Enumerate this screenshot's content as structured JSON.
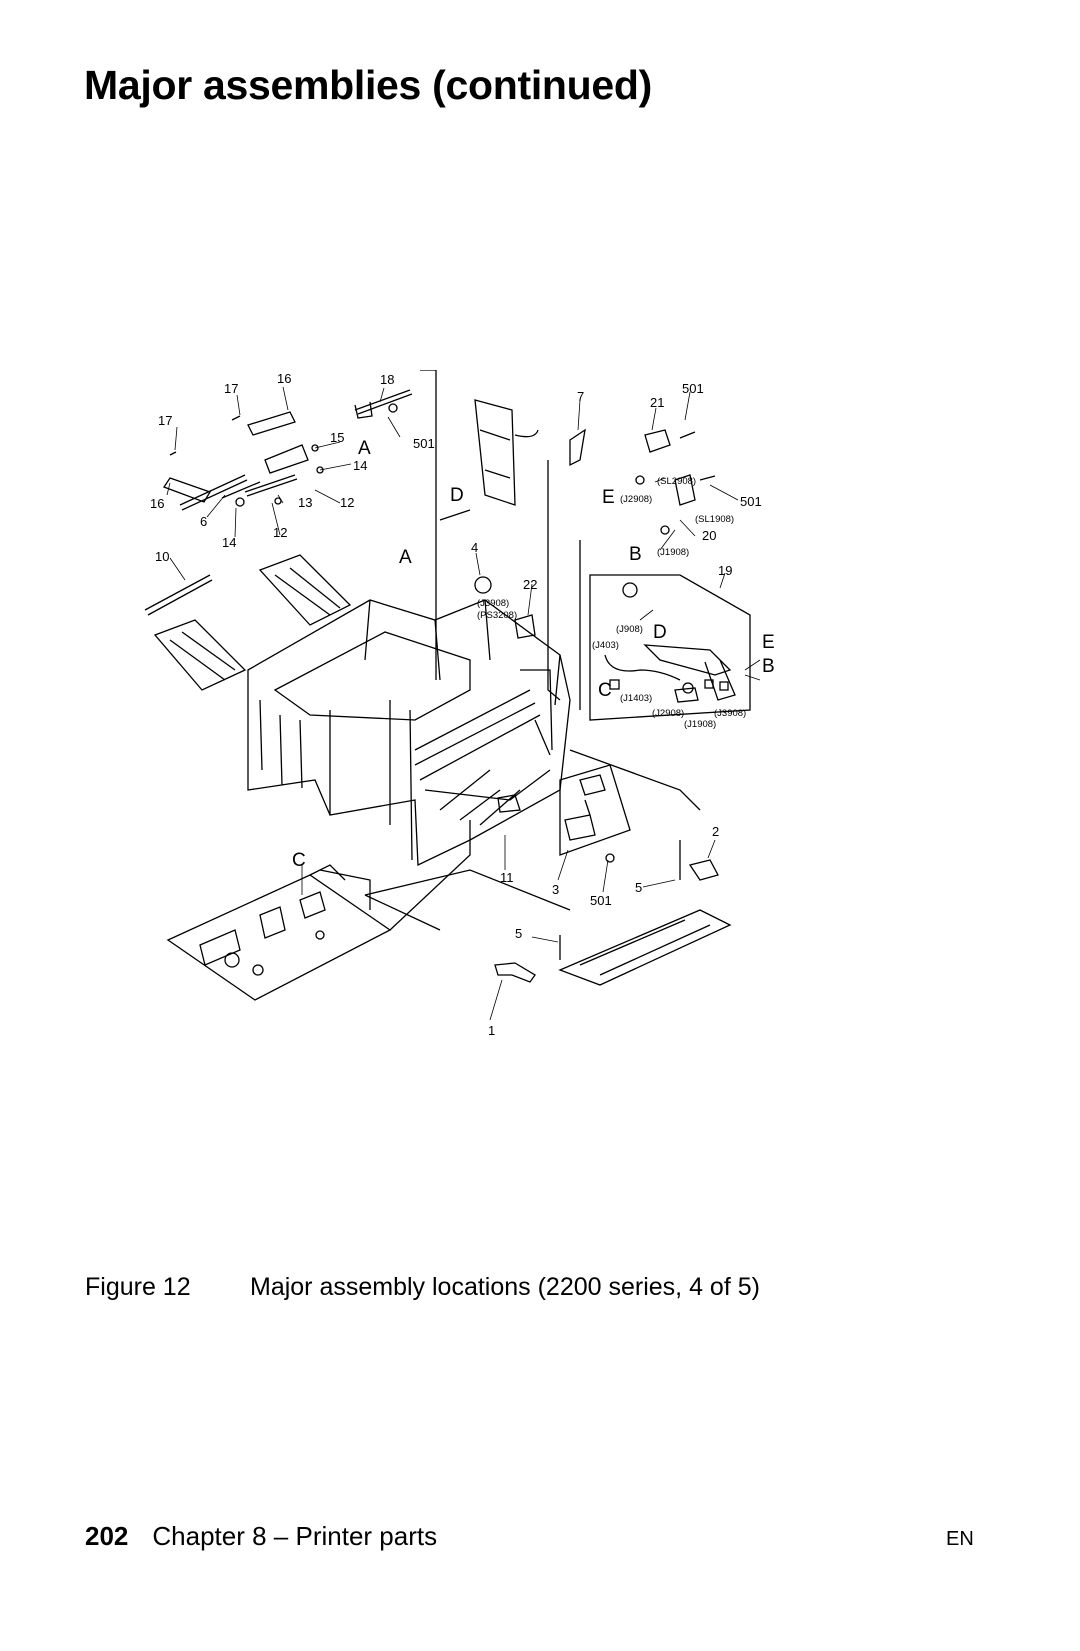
{
  "page_title": "Major assemblies (continued)",
  "figure": {
    "callouts": {
      "c18": "18",
      "c17a": "17",
      "c16a": "16",
      "c17b": "17",
      "c15": "15",
      "cA1": "A",
      "c501a": "501",
      "c14a": "14",
      "c16b": "16",
      "c6": "6",
      "c13": "13",
      "c12a": "12",
      "c14b": "14",
      "c12b": "12",
      "cD1": "D",
      "c7": "7",
      "c21": "21",
      "c501b": "501",
      "cE1": "E",
      "c501c": "501",
      "c20": "20",
      "cB1": "B",
      "c10": "10",
      "cA2": "A",
      "c4": "4",
      "c22": "22",
      "c19": "19",
      "cD2": "D",
      "cE2": "E",
      "cB2": "B",
      "cC1": "C",
      "c2": "2",
      "c11": "11",
      "c3": "3",
      "c501d": "501",
      "c5a": "5",
      "cC2": "C",
      "c5b": "5",
      "c1": "1"
    },
    "connectors": {
      "SL2908": "(SL2908)",
      "J2908a": "(J2908)",
      "SL1908": "(SL1908)",
      "J1908a": "(J1908)",
      "J3908a": "(J3908)",
      "PS3208": "(PS3208)",
      "J908": "(J908)",
      "J403": "(J403)",
      "J1403": "(J1403)",
      "J2908b": "(J2908)",
      "J3908b": "(J3908)",
      "J1908b": "(J1908)"
    }
  },
  "caption": {
    "label": "Figure 12",
    "text": "Major assembly locations (2200 series, 4 of 5)"
  },
  "footer": {
    "page_number": "202",
    "chapter": "Chapter 8 –  Printer parts",
    "lang": "EN"
  }
}
